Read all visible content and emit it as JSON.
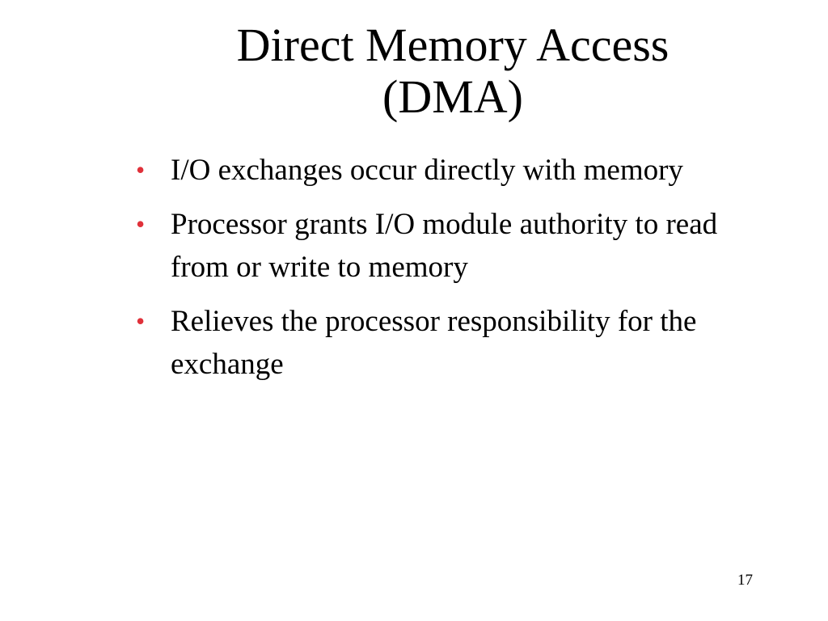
{
  "slide": {
    "title_line1": "Direct Memory Access",
    "title_line2": "(DMA)",
    "bullet_symbol": "•",
    "bullet_color": "#e0313a",
    "bullets": [
      "I/O exchanges occur directly with memory",
      "Processor grants I/O module authority to read from or write to memory",
      "Relieves the processor responsibility for the exchange"
    ],
    "page_number": "17"
  }
}
